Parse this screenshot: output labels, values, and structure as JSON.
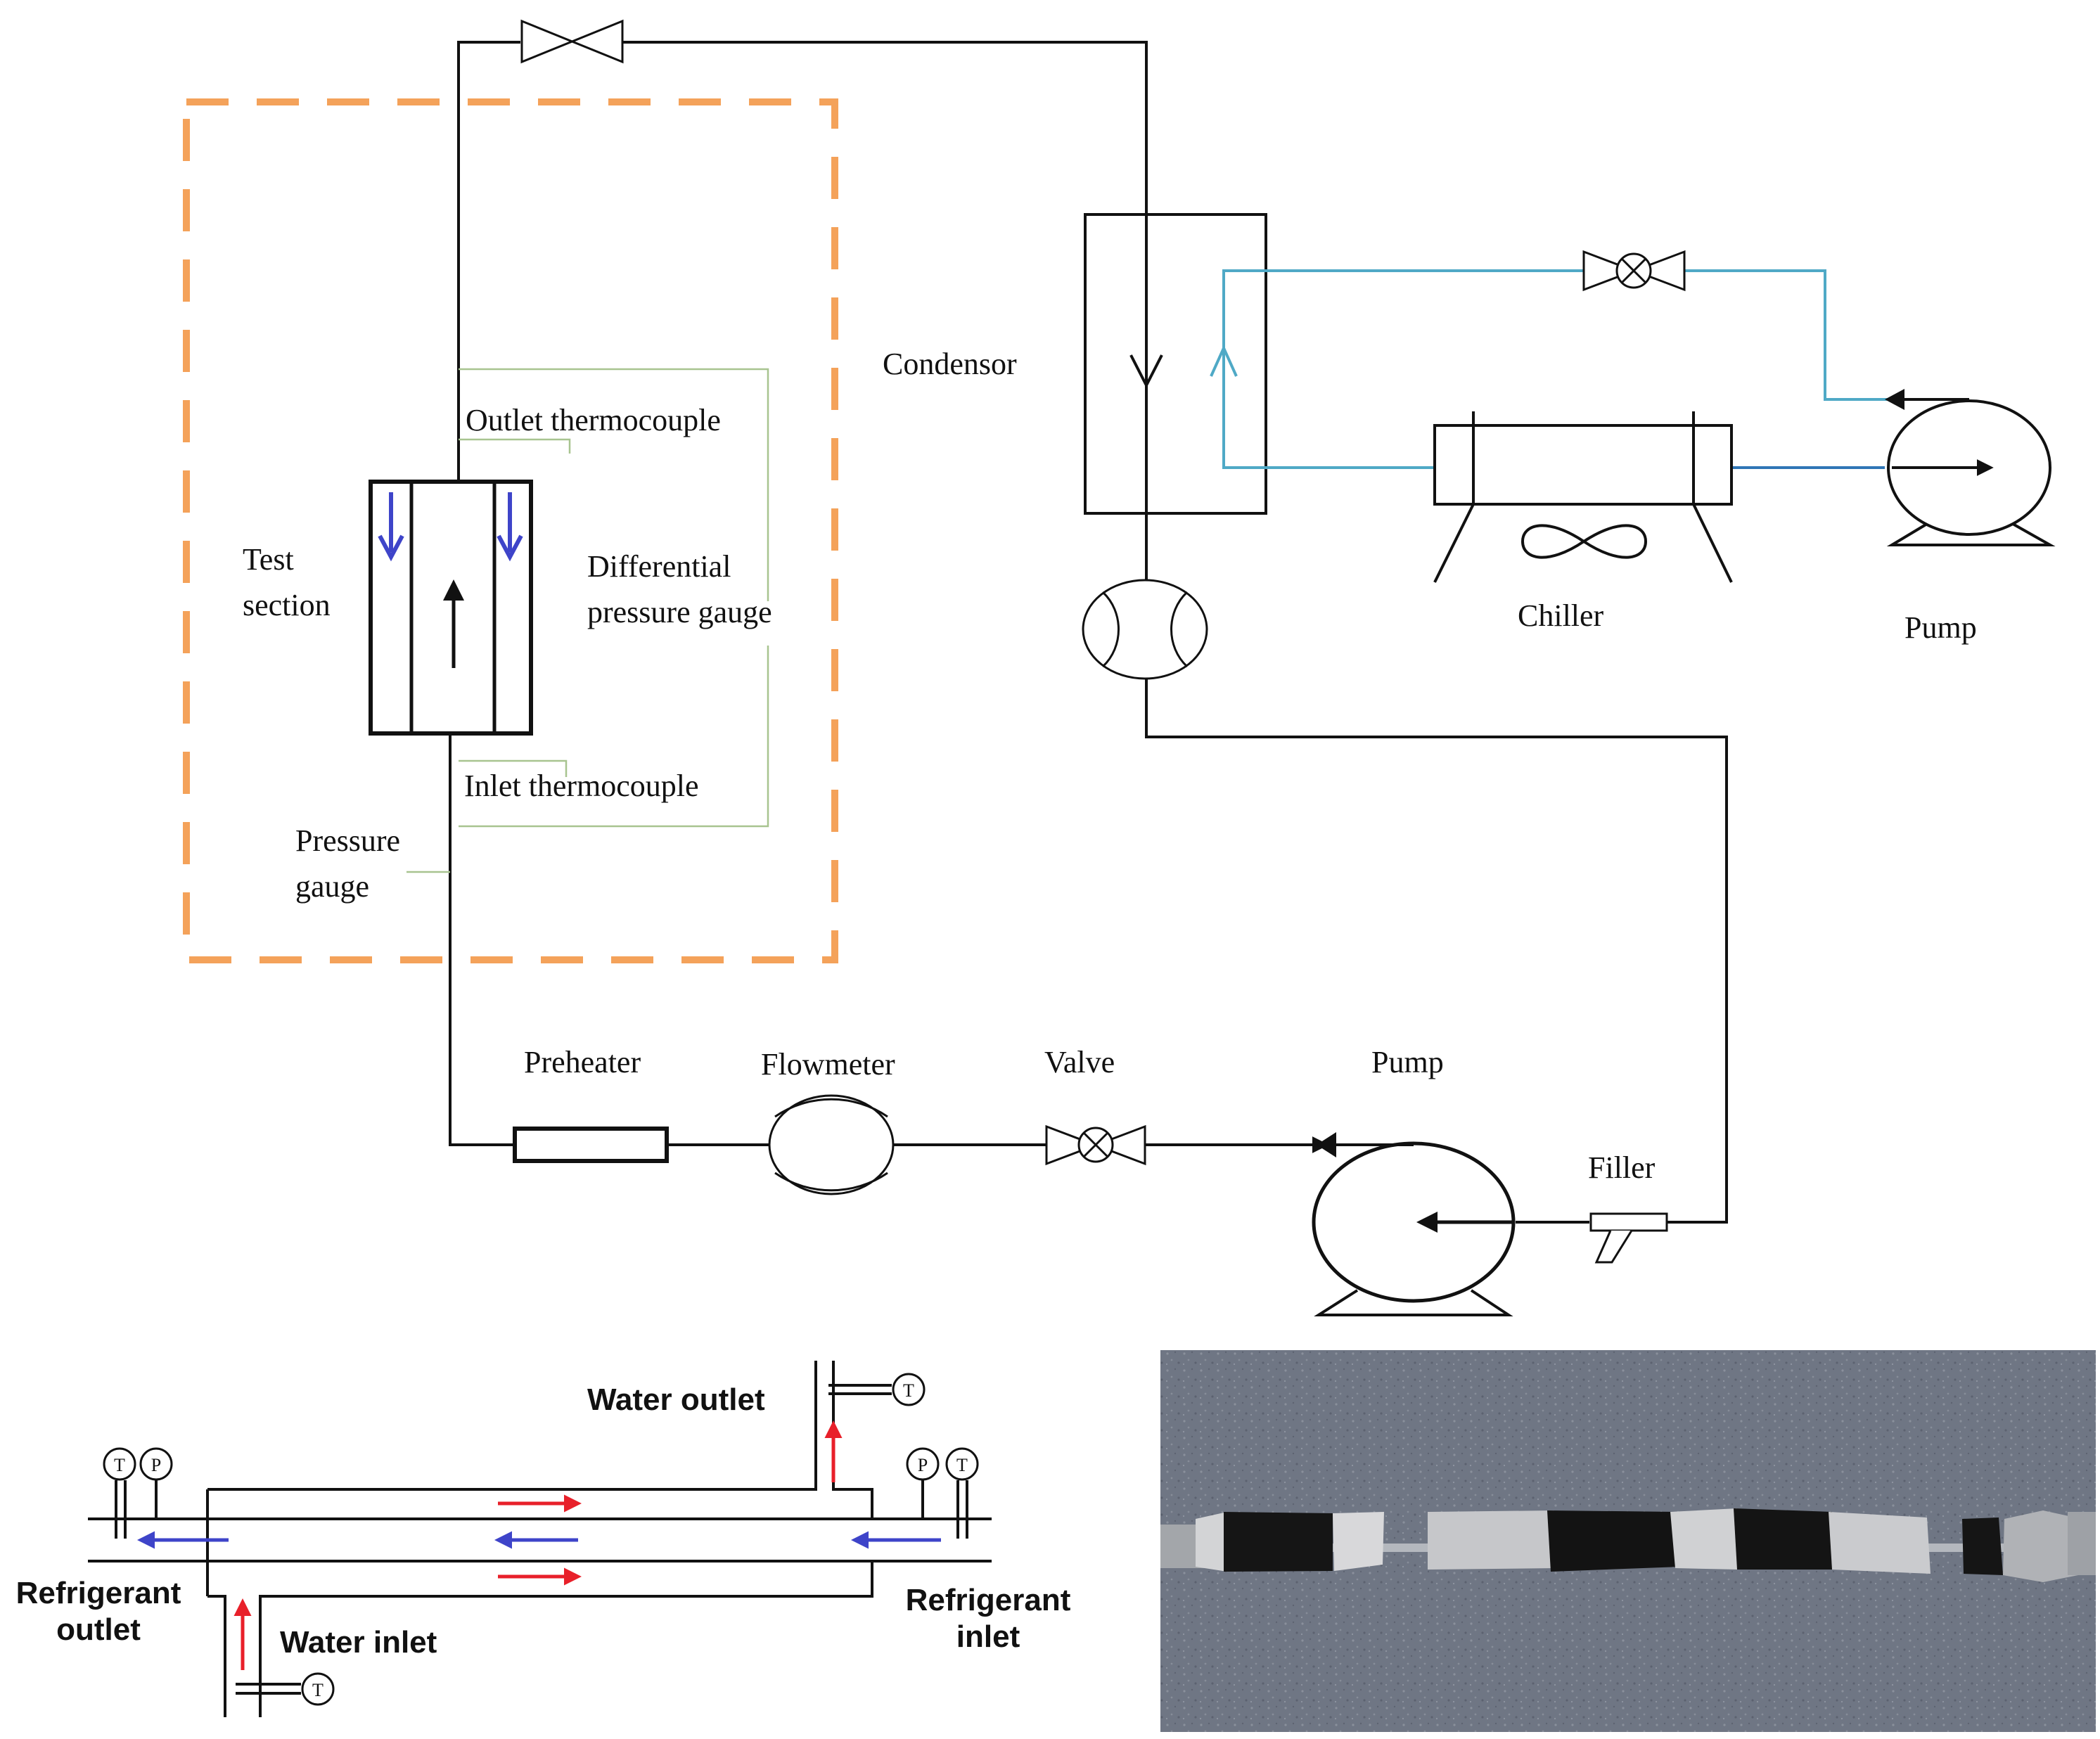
{
  "colors": {
    "line": "#111111",
    "dashed_box": "#f4a25a",
    "cooling_water": "#4fa9c6",
    "arrow_blue": "#3e44c9",
    "arrow_red": "#e8202a",
    "photo_bg": "#6f7684",
    "tape_black": "#111111",
    "tape_silver": "#cfcfd2"
  },
  "loop": {
    "labels": {
      "test_section_1": "Test",
      "test_section_2": "section",
      "outlet_thermocouple": "Outlet thermocouple",
      "differential_pressure_gauge_1": "Differential",
      "differential_pressure_gauge_2": "pressure gauge",
      "inlet_thermocouple": "Inlet thermocouple",
      "pressure_gauge_1": "Pressure",
      "pressure_gauge_2": "gauge",
      "condensor": "Condensor",
      "chiller": "Chiller",
      "pump_top": "Pump",
      "preheater": "Preheater",
      "flowmeter": "Flowmeter",
      "valve": "Valve",
      "pump_bottom": "Pump",
      "filler": "Filler"
    }
  },
  "schematic": {
    "labels": {
      "water_outlet": "Water outlet",
      "water_inlet": "Water inlet",
      "refrigerant_outlet_1": "Refrigerant",
      "refrigerant_outlet_2": "outlet",
      "refrigerant_inlet_1": "Refrigerant",
      "refrigerant_inlet_2": "inlet"
    },
    "gauge_letters": {
      "temperature": "T",
      "pressure": "P"
    }
  },
  "photo": {
    "icon": "test-section-photo-icon"
  }
}
